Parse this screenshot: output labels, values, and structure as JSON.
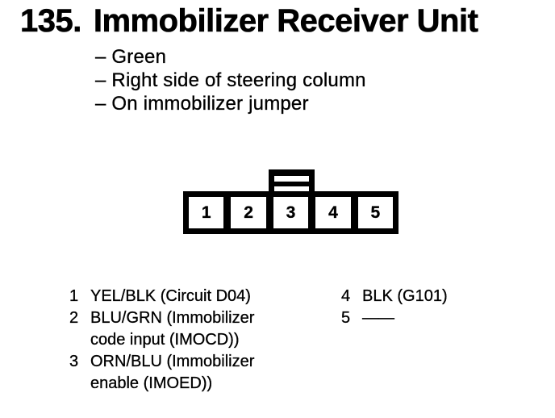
{
  "page": {
    "item_number": "135.",
    "title": "Immobilizer Receiver Unit",
    "notes": [
      "– Green",
      "– Right side of steering column",
      "– On immobilizer jumper"
    ]
  },
  "connector": {
    "type": "5-pin connector with locking tab",
    "pins": [
      "1",
      "2",
      "3",
      "4",
      "5"
    ]
  },
  "pin_descriptions": {
    "left": [
      {
        "pin": "1",
        "desc": "YEL/BLK (Circuit D04)"
      },
      {
        "pin": "2",
        "desc": "BLU/GRN (Immobilizer\ncode input (IMOCD))"
      },
      {
        "pin": "3",
        "desc": "ORN/BLU (Immobilizer\nenable (IMOED))"
      }
    ],
    "right": [
      {
        "pin": "4",
        "desc": "BLK (G101)"
      },
      {
        "pin": "5",
        "desc": "——"
      }
    ]
  },
  "colors": {
    "ink": "#000000",
    "paper": "#ffffff"
  }
}
